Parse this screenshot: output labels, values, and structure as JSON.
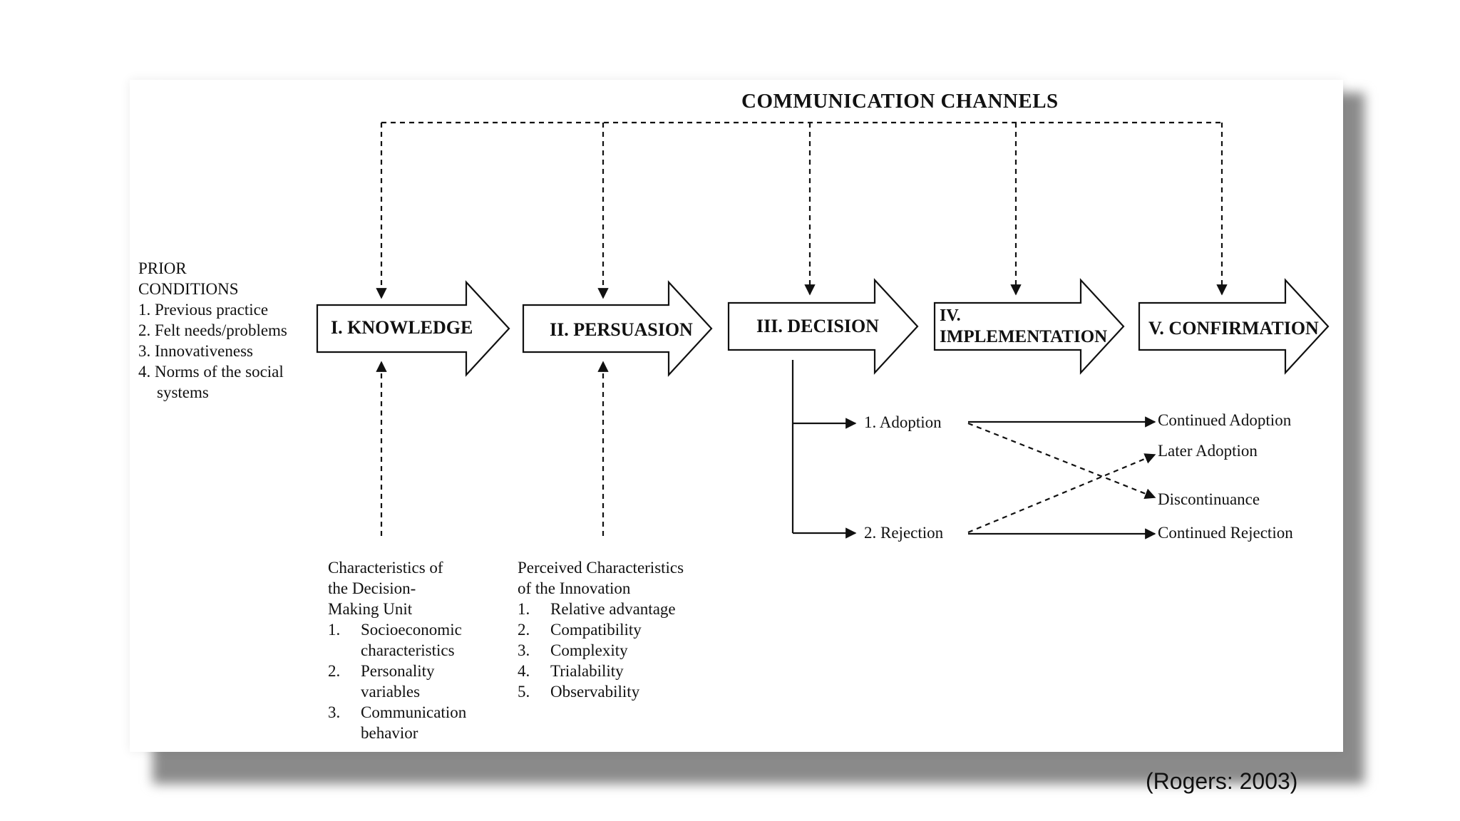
{
  "title": "COMMUNICATION CHANNELS",
  "stages": [
    {
      "label": "I. KNOWLEDGE"
    },
    {
      "label": "II. PERSUASION"
    },
    {
      "label": "III. DECISION"
    },
    {
      "label_line1": "IV.",
      "label_line2": "IMPLEMENTATION"
    },
    {
      "label": "V. CONFIRMATION"
    }
  ],
  "prior_conditions": {
    "heading_line1": "PRIOR",
    "heading_line2": "CONDITIONS",
    "items": [
      "1. Previous practice",
      "2. Felt needs/problems",
      "3. Innovativeness",
      "4. Norms of the social"
    ],
    "item4_cont": "systems"
  },
  "decision_unit": {
    "heading": [
      "Characteristics of",
      "the Decision-",
      "Making Unit"
    ],
    "items": [
      {
        "num": "1.",
        "text": "Socioeconomic characteristics"
      },
      {
        "num": "2.",
        "text": "Personality variables"
      },
      {
        "num": "3.",
        "text": "Communication behavior"
      }
    ]
  },
  "innovation": {
    "heading": [
      "Perceived Characteristics",
      "of the Innovation"
    ],
    "items": [
      {
        "num": "1.",
        "text": "Relative advantage"
      },
      {
        "num": "2.",
        "text": "Compatibility"
      },
      {
        "num": "3.",
        "text": "Complexity"
      },
      {
        "num": "4.",
        "text": "Trialability"
      },
      {
        "num": "5.",
        "text": "Observability"
      }
    ]
  },
  "decisions": {
    "adoption": "1. Adoption",
    "rejection": "2. Rejection"
  },
  "outcomes": {
    "continued_adoption": "Continued Adoption",
    "later_adoption": "Later Adoption",
    "discontinuance": "Discontinuance",
    "continued_rejection": "Continued Rejection"
  },
  "citation": "(Rogers: 2003)"
}
